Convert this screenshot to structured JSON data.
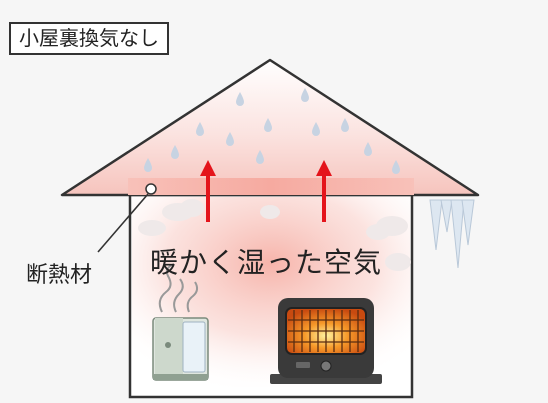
{
  "title": "小屋裏換気なし",
  "labels": {
    "insulation": "断熱材",
    "warm_air": "暖かく湿った空気"
  },
  "colors": {
    "roof_pink": "#f7c9c4",
    "insulation_band": "#f7b7ae",
    "warm_glow": "#f6b0a6",
    "arrow_red": "#e4141b",
    "droplet_blue": "#c7d3e2",
    "icicle": "#dde7f1",
    "outline": "#333333"
  },
  "icons": [
    "droplet-icon",
    "icicle-icon",
    "humidifier-icon",
    "heater-icon",
    "up-arrow-icon",
    "steam-icon",
    "cloud-icon"
  ]
}
